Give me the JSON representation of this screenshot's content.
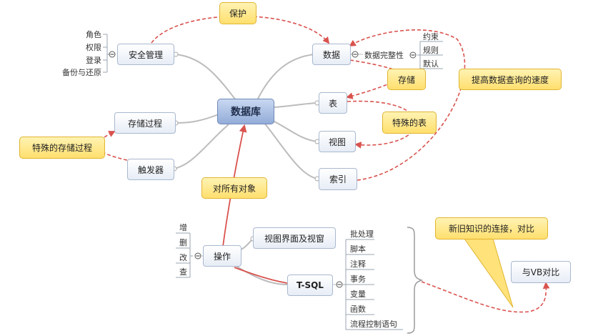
{
  "center": "数据库",
  "branches": {
    "security": "安全管理",
    "data": "数据",
    "table": "表",
    "view": "视图",
    "index": "索引",
    "procedure": "存储过程",
    "trigger": "触发器",
    "operation": "操作",
    "view_ui": "视图界面及视窗",
    "tsql": "T-SQL",
    "integrity": "数据完整性",
    "vb": "与VB对比"
  },
  "security_items": [
    "角色",
    "权限",
    "登录",
    "备份与还原"
  ],
  "integrity_items": [
    "约束",
    "规则",
    "默认"
  ],
  "operation_items": [
    "增",
    "删",
    "改",
    "查"
  ],
  "tsql_items": [
    "批处理",
    "脚本",
    "注释",
    "事务",
    "变量",
    "函数",
    "流程控制语句"
  ],
  "callouts": {
    "protect": "保护",
    "storage": "存储",
    "speed": "提高数据查询的速度",
    "special_table": "特殊的表",
    "special_procedure": "特殊的存储过程",
    "all_objects": "对所有对象",
    "knowledge": "新旧知识的连接，对比"
  },
  "colors": {
    "accent_line": "#d9534f",
    "branch_line": "#bdbdbd",
    "callout_fill": "#ffe27a",
    "node_border": "#a9b8cf"
  }
}
